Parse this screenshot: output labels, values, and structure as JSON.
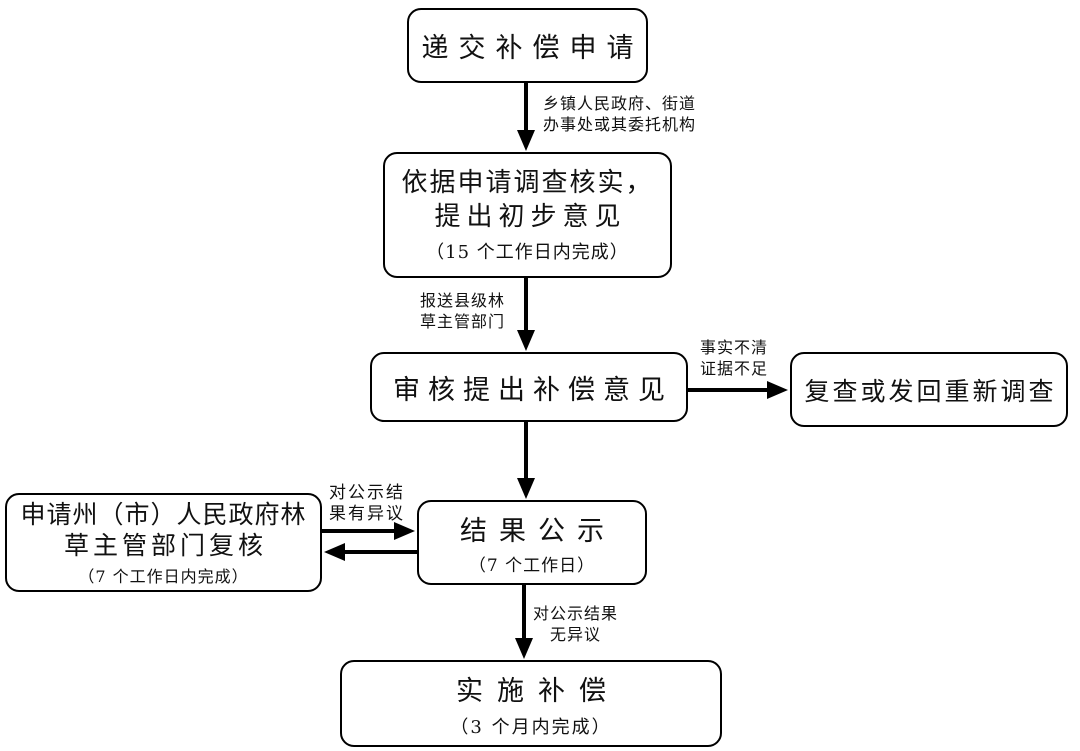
{
  "diagram": {
    "type": "flowchart",
    "colors": {
      "background": "#ffffff",
      "stroke": "#000000",
      "text": "#111111"
    },
    "nodes": {
      "submit": {
        "title": "递交补偿申请"
      },
      "investigate": {
        "line1": "依据申请调查核实，",
        "line2": "提出初步意见",
        "note": "（15 个工作日内完成）"
      },
      "review": {
        "title": "审核提出补偿意见"
      },
      "recheck": {
        "title": "复查或发回重新调查"
      },
      "publicity": {
        "title": "结果公示",
        "note": "（7 个工作日）"
      },
      "reexamine": {
        "line1": "申请州（市）人民政府林",
        "line2": "草主管部门复核",
        "note": "（7 个工作日内完成）"
      },
      "implement": {
        "title": "实施补偿",
        "note": "（3 个月内完成）"
      }
    },
    "edge_labels": {
      "township": {
        "line1": "乡镇人民政府、街道",
        "line2": "办事处或其委托机构"
      },
      "county": {
        "line1": "报送县级林",
        "line2": "草主管部门"
      },
      "unclear": {
        "line1": "事实不清",
        "line2": "证据不足"
      },
      "objection": {
        "line1": "对公示结",
        "line2": "果有异议"
      },
      "no_objection": {
        "line1": "对公示结果",
        "line2": "无异议"
      }
    }
  }
}
